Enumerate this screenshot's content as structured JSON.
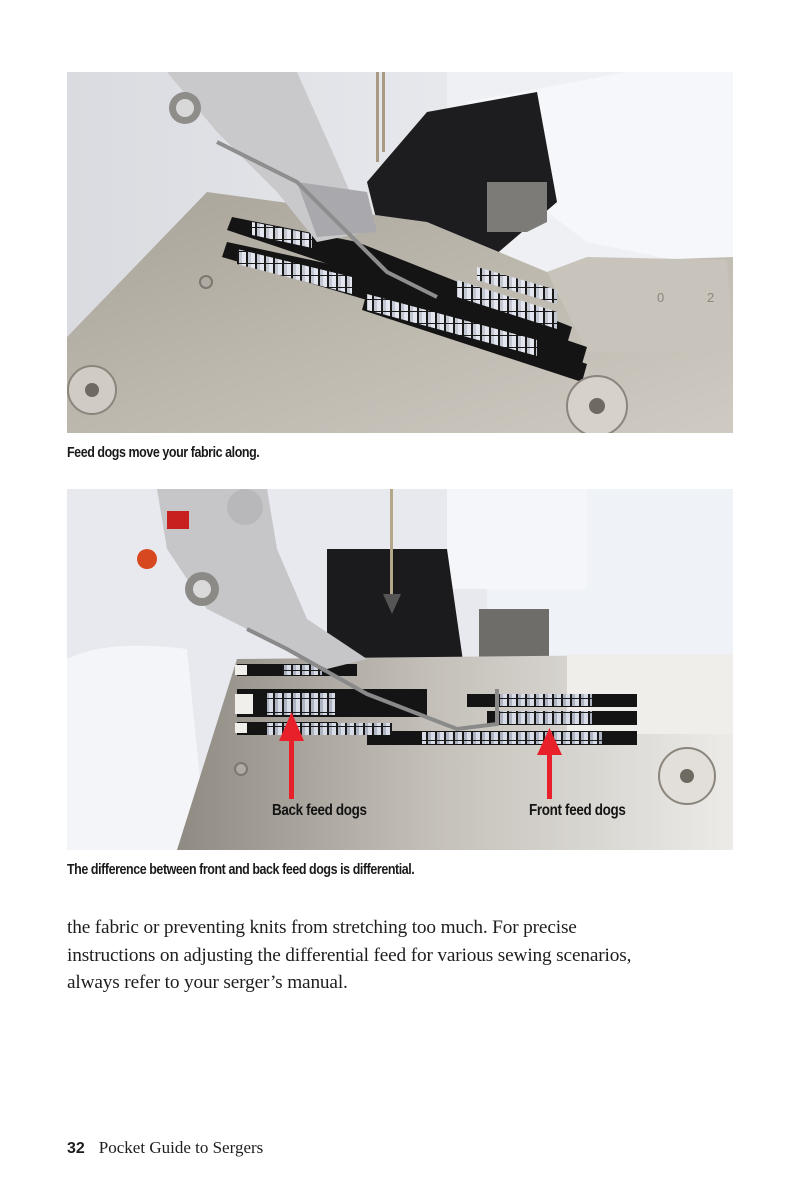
{
  "figures": [
    {
      "caption": "Feed dogs move your fabric along.",
      "plate_markings": [
        "0",
        "2"
      ]
    },
    {
      "caption": "The difference between front and back feed dogs is differential.",
      "annotations": [
        {
          "label": "Back feed dogs",
          "arrow_color": "#e8202a"
        },
        {
          "label": "Front feed dogs",
          "arrow_color": "#e8202a"
        }
      ]
    }
  ],
  "body": {
    "lines": [
      "the fabric or preventing knits from stretching too much. For precise",
      "instructions on adjusting the differential feed for various sewing scenarios,",
      "always refer to your serger’s manual."
    ]
  },
  "footer": {
    "page_number": "32",
    "book_title": "Pocket Guide to Sergers"
  },
  "colors": {
    "arrow": "#e8202a",
    "plate_metal": "#b9b4aa",
    "machine_body": "#eef0f4",
    "feed_dog_teeth": "#d7dce6",
    "slot_dark": "#141414"
  }
}
